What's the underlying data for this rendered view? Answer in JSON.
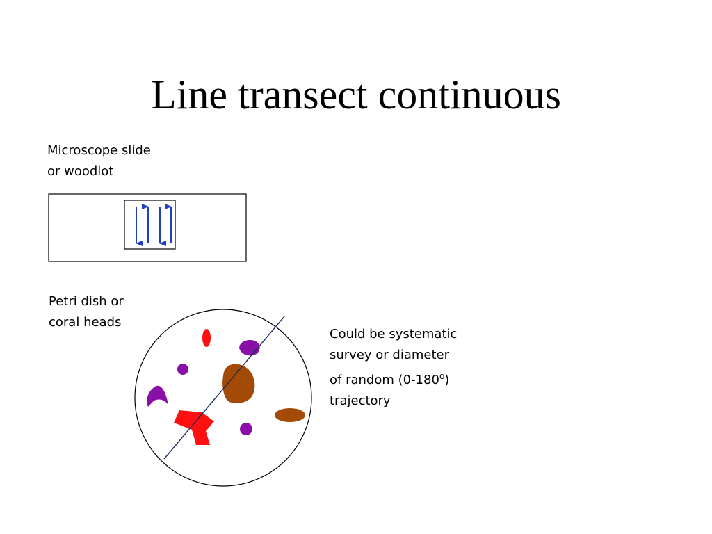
{
  "title": "Line transect continuous",
  "slide_caption": {
    "line1": "Microscope slide",
    "line2": "or woodlot"
  },
  "petri_caption": {
    "line1": "Petri dish or",
    "line2": "coral heads"
  },
  "note": {
    "line1": "Could be systematic",
    "line2": "survey or diameter",
    "line3_prefix": "of random (0-180",
    "line3_degree": "o",
    "line3_suffix": ")",
    "line4": "trajectory"
  },
  "colors": {
    "arrow": "#1f3fbf",
    "outline": "#000000",
    "red": "#ff0f0f",
    "purple": "#8a0ea8",
    "brown": "#a34a06",
    "transect": "#1a2a5a"
  }
}
